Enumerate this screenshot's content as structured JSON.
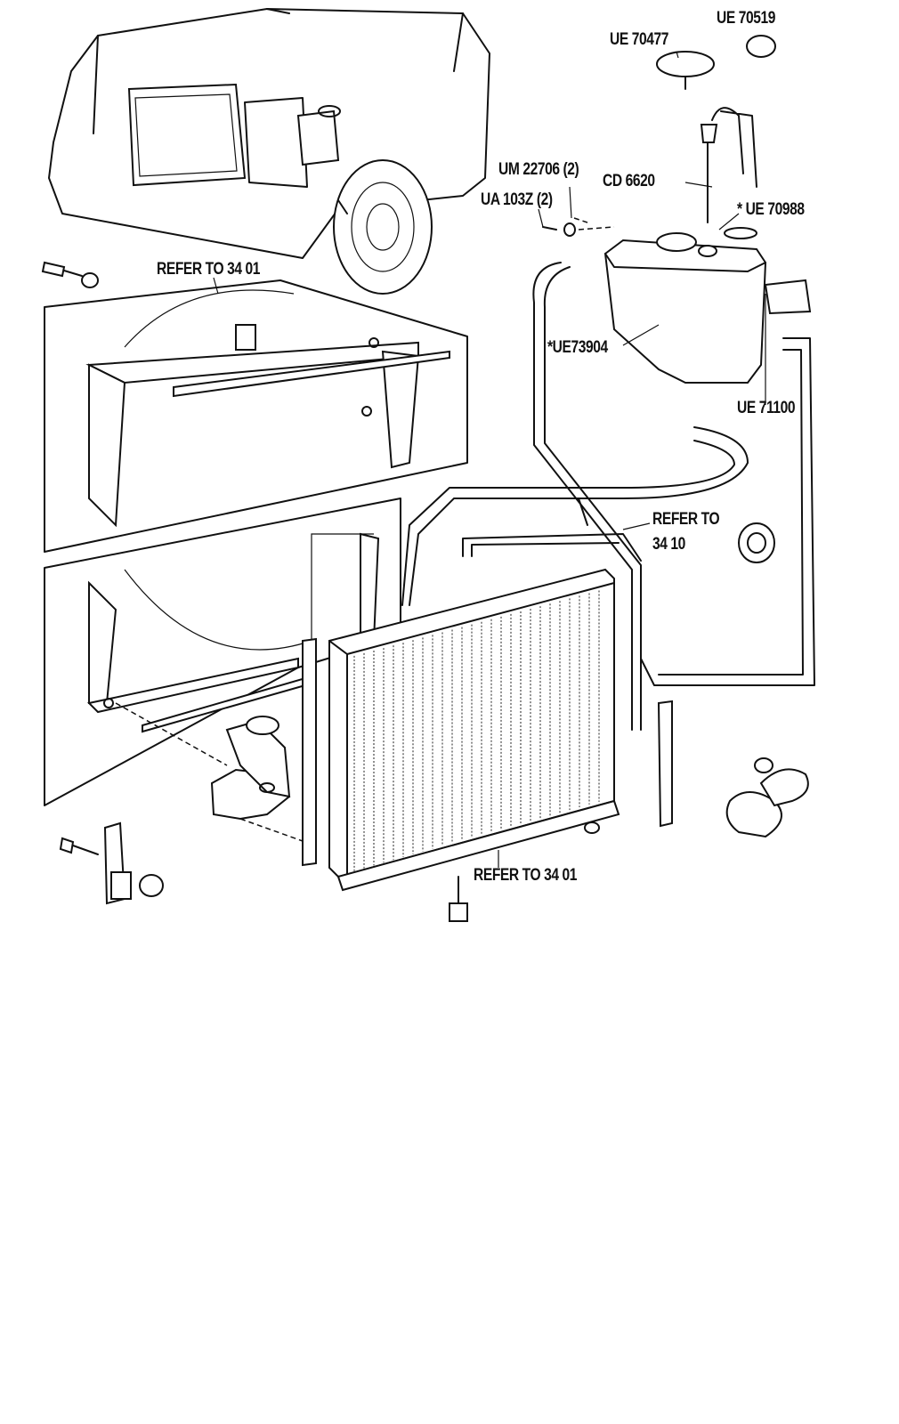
{
  "labels": {
    "ue70519": "UE 70519",
    "ue70477": "UE 70477",
    "um22706": "UM 22706 (2)",
    "cd6620": "CD 6620",
    "ua103z": "UA 103Z (2)",
    "ue70988": "* UE 70988",
    "refer_top": "REFER TO 34  01",
    "ue73904": "*UE73904",
    "ue71100": "UE 71100",
    "refer_3410_a": "REFER TO",
    "refer_3410_b": "34  10",
    "refer_bottom": "REFER TO 34  01"
  }
}
